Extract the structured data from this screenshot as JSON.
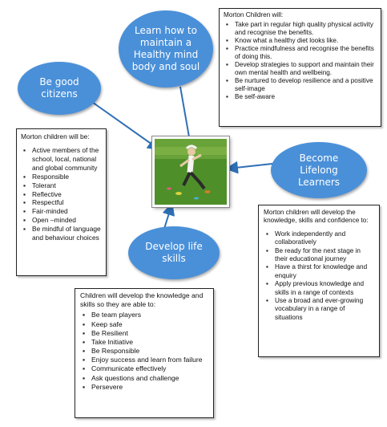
{
  "colors": {
    "bubble": "#4a90d9",
    "arrow": "#2f6fb5"
  },
  "photo": {
    "description_icon": "child-running-on-field-photo"
  },
  "bubbles": {
    "learn": "Learn how to maintain a Healthy mind body and soul",
    "citizens": "Be good citizens",
    "lifelong": "Become Lifelong Learners",
    "life_skills": "Develop life skills"
  },
  "boxes": {
    "top_right": {
      "lead": "Morton Children will:",
      "items": [
        "Take part in regular high quality physical activity and recognise the benefits.",
        "Know what a healthy diet looks like.",
        "Practice mindfulness and recognise the benefits of doing this.",
        "Develop strategies to support and maintain their own mental health and wellbeing.",
        "Be nurtured to develop resilience and a positive self-image",
        "Be self-aware"
      ]
    },
    "left": {
      "lead": "Morton children will be:",
      "items": [
        "Active members of the school, local, national and global community",
        "Responsible",
        "Tolerant",
        "Reflective",
        "Respectful",
        "Fair-minded",
        "Open –minded",
        "Be mindful of language and behaviour choices"
      ]
    },
    "right": {
      "lead": "Morton children will develop the knowledge, skills and confidence to:",
      "items": [
        "Work independently and collaboratively",
        "Be ready for the next stage in their educational journey",
        "Have a thirst for knowledge and enquiry",
        "Apply previous knowledge and skills in a range of contexts",
        "Use a broad and ever-growing vocabulary in a range of situations"
      ]
    },
    "bottom": {
      "lead": "Children will develop the knowledge and skills so they are able to:",
      "items": [
        "Be team players",
        "Keep safe",
        "Be Resilient",
        "Take Initiative",
        "Be Responsible",
        "Enjoy success and learn from failure",
        "Communicate effectively",
        "Ask questions and challenge",
        "Persevere"
      ]
    }
  }
}
